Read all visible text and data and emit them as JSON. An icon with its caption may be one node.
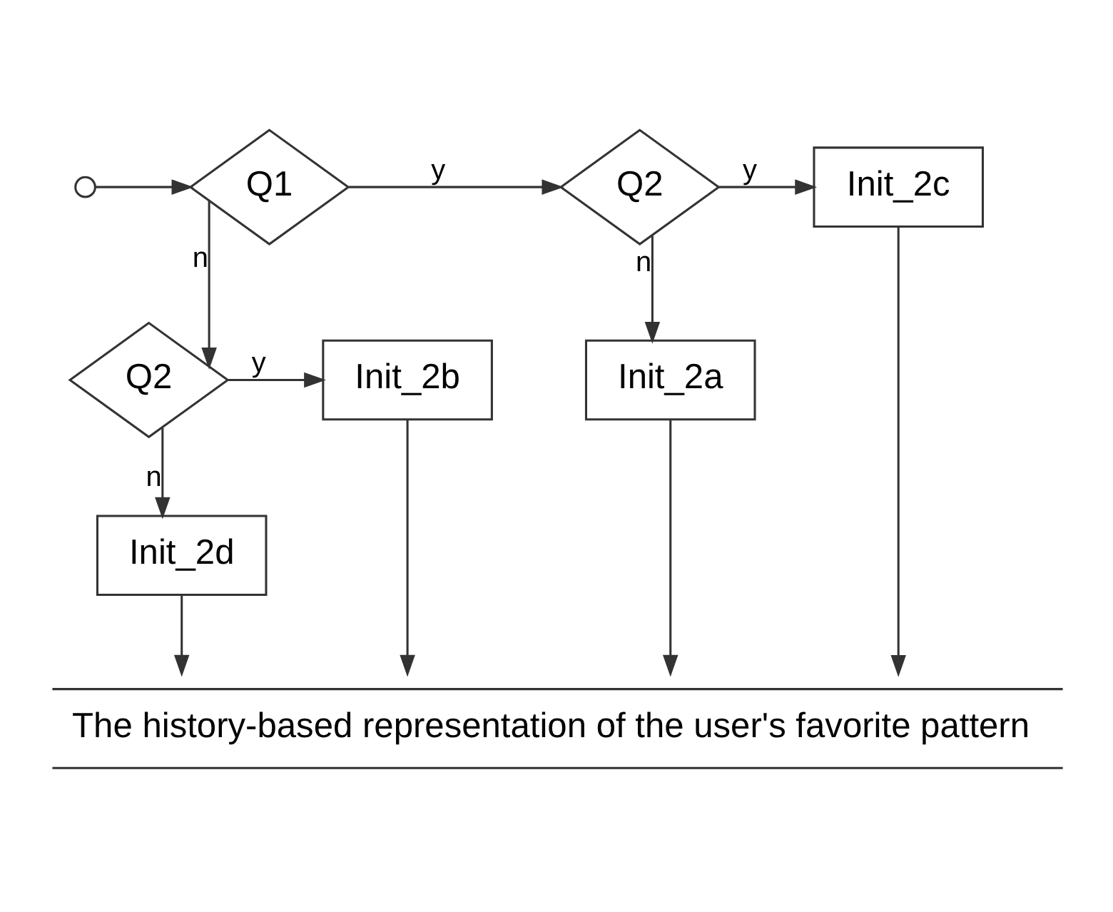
{
  "diagram": {
    "nodes": [
      {
        "text": [],
        "shape": "circle"
      },
      {
        "text": [
          "Q1"
        ]
      },
      {
        "text": [
          "Q2"
        ]
      },
      {
        "text": [
          "Init_2c"
        ]
      },
      {
        "text": [
          "Q2"
        ]
      },
      {
        "text": [
          "Init_2b"
        ]
      },
      {
        "text": [
          "Init_2a"
        ]
      },
      {
        "text": [
          "Init_2d"
        ]
      },
      {
        "text": [
          "The history-based representation of the user's favorite pattern"
        ]
      }
    ],
    "edges": [
      {
        "from": 0,
        "to": 1,
        "arrow": "to"
      },
      {
        "from": 1,
        "to": 2,
        "label": "y",
        "arrow": "to"
      },
      {
        "from": 1,
        "to": 4,
        "label": "n",
        "arrow": "to"
      },
      {
        "from": 2,
        "to": 3,
        "label": "y",
        "arrow": "to"
      },
      {
        "from": 2,
        "to": 6,
        "label": "n",
        "arrow": "to"
      },
      {
        "from": 4,
        "to": 5,
        "label": "y",
        "arrow": "to"
      },
      {
        "from": 4,
        "to": 7,
        "label": "n",
        "arrow": "to"
      },
      {
        "from": 7,
        "to": 8,
        "arrow": "to"
      },
      {
        "from": 5,
        "to": 8,
        "arrow": "to"
      },
      {
        "from": 6,
        "to": 8,
        "arrow": "to"
      },
      {
        "from": 3,
        "to": 8,
        "arrow": "to"
      }
    ]
  }
}
